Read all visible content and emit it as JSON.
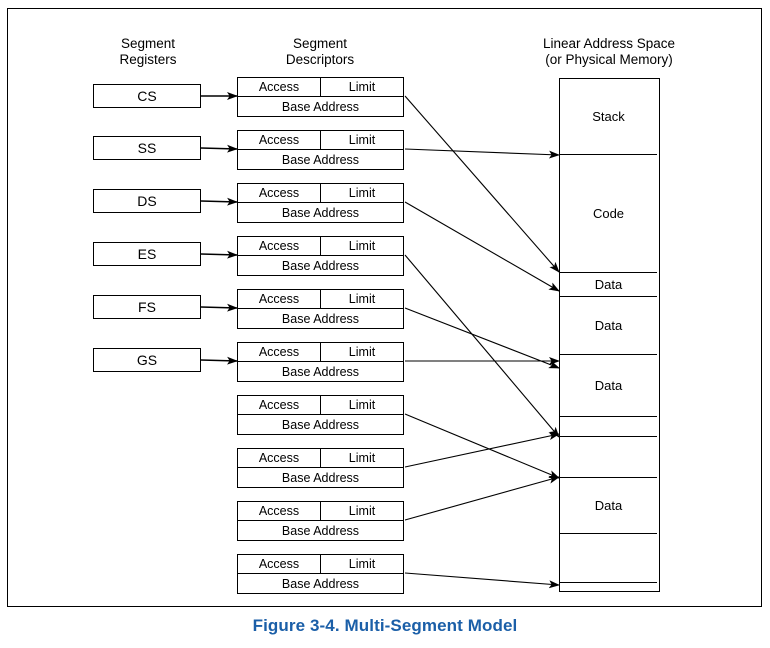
{
  "figure": {
    "caption": "Figure 3-4.  Multi-Segment Model",
    "caption_color": "#1b5fa8",
    "border_color": "#000000"
  },
  "columns": {
    "registers_header": "Segment\nRegisters",
    "descriptors_header": "Segment\nDescriptors",
    "memory_header": "Linear Address Space\n(or Physical Memory)"
  },
  "segment_registers": [
    {
      "label": "CS"
    },
    {
      "label": "SS"
    },
    {
      "label": "DS"
    },
    {
      "label": "ES"
    },
    {
      "label": "FS"
    },
    {
      "label": "GS"
    }
  ],
  "descriptor_fields": {
    "access": "Access",
    "limit": "Limit",
    "base_address": "Base Address"
  },
  "segment_descriptors": [
    {
      "access": "Access",
      "limit": "Limit",
      "base": "Base Address"
    },
    {
      "access": "Access",
      "limit": "Limit",
      "base": "Base Address"
    },
    {
      "access": "Access",
      "limit": "Limit",
      "base": "Base Address"
    },
    {
      "access": "Access",
      "limit": "Limit",
      "base": "Base Address"
    },
    {
      "access": "Access",
      "limit": "Limit",
      "base": "Base Address"
    },
    {
      "access": "Access",
      "limit": "Limit",
      "base": "Base Address"
    },
    {
      "access": "Access",
      "limit": "Limit",
      "base": "Base Address"
    },
    {
      "access": "Access",
      "limit": "Limit",
      "base": "Base Address"
    },
    {
      "access": "Access",
      "limit": "Limit",
      "base": "Base Address"
    },
    {
      "access": "Access",
      "limit": "Limit",
      "base": "Base Address"
    }
  ],
  "memory_blocks": [
    {
      "label": "Stack"
    },
    {
      "label": "Code"
    },
    {
      "label": "Data"
    },
    {
      "label": "Data"
    },
    {
      "label": "Data"
    },
    {
      "label": ""
    },
    {
      "label": ""
    },
    {
      "label": "Data"
    },
    {
      "label": ""
    },
    {
      "label": ""
    }
  ]
}
